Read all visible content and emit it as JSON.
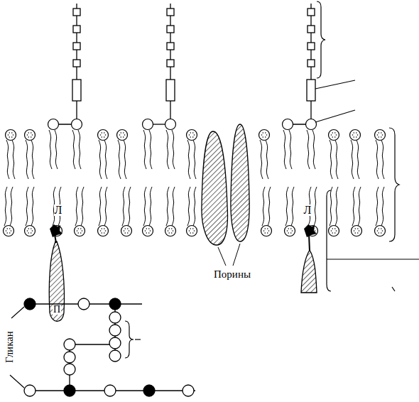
{
  "diagram": {
    "nodes": [
      {
        "text": [
          "П"
        ]
      }
    ],
    "labels": [
      "Л",
      "Л",
      "Порины",
      "Гликан"
    ]
  }
}
